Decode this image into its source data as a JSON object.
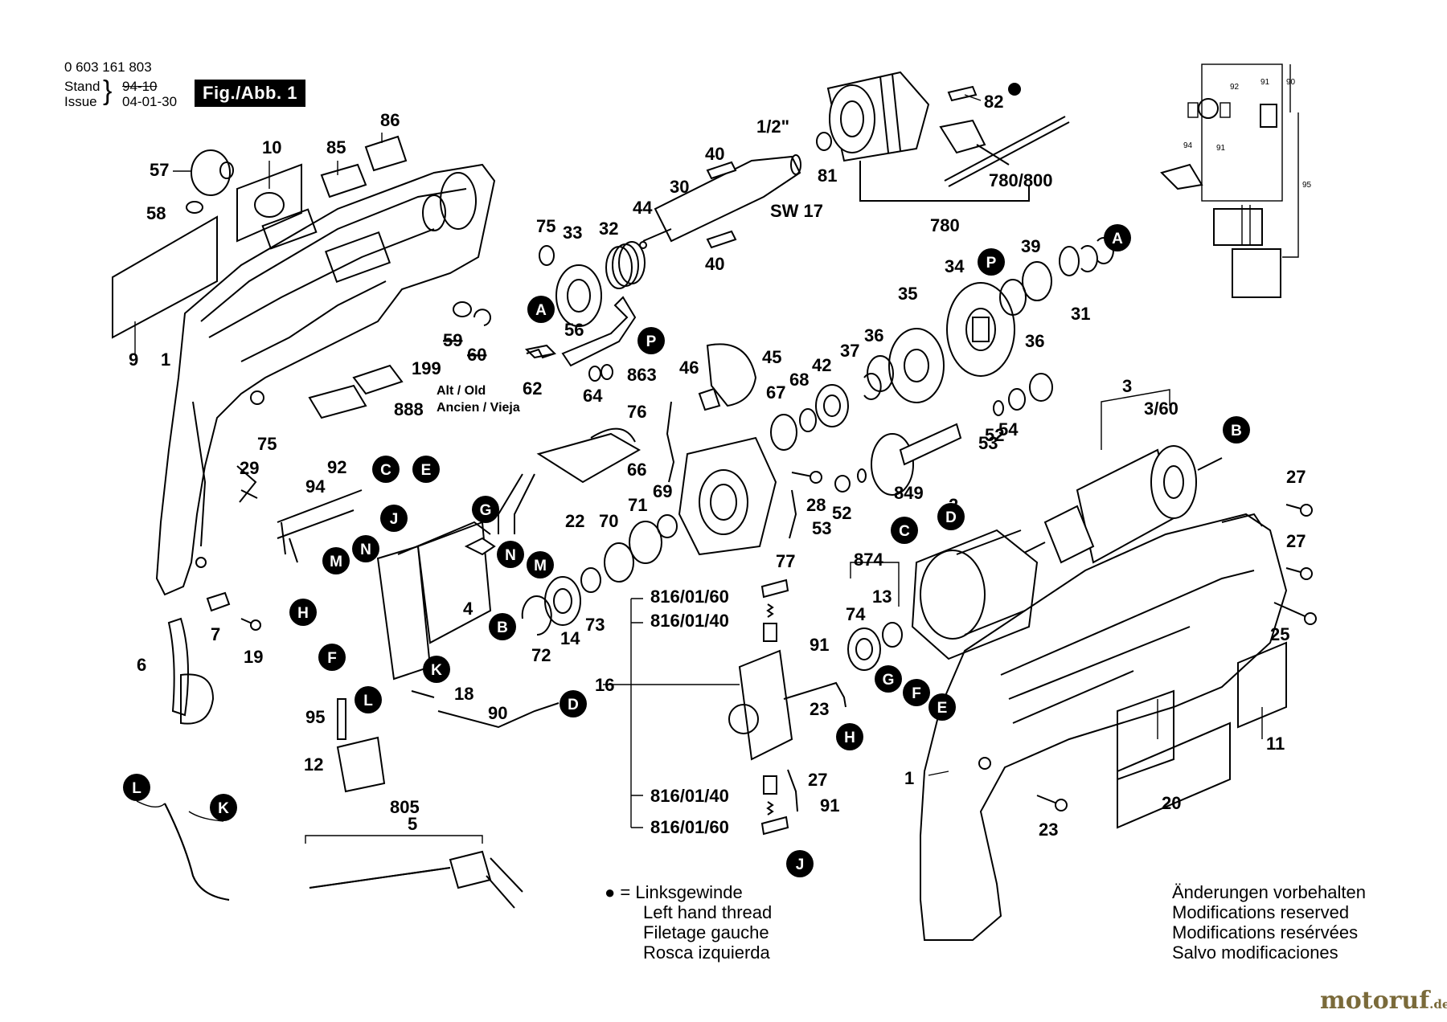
{
  "header": {
    "part_number": "0 603 161 803",
    "stand_label": "Stand",
    "issue_label": "Issue",
    "stand_old": "94-10",
    "issue_date": "04-01-30",
    "fig_label": "Fig./Abb. 1"
  },
  "parts": {
    "p1": "1",
    "p1b": "1",
    "p2": "2",
    "p3": "3",
    "p360": "3/60",
    "p4": "4",
    "p5": "5",
    "p6": "6",
    "p7": "7",
    "p9": "9",
    "p10": "10",
    "p11": "11",
    "p12": "12",
    "p13": "13",
    "p14": "14",
    "p16": "16",
    "p18": "18",
    "p19": "19",
    "p20": "20",
    "p22": "22",
    "p23": "23",
    "p23b": "23",
    "p25": "25",
    "p27": "27",
    "p27b": "27",
    "p27c": "27",
    "p28": "28",
    "p29": "29",
    "p30": "30",
    "p31": "31",
    "p32": "32",
    "p33": "33",
    "p34": "34",
    "p35": "35",
    "p36": "36",
    "p36b": "36",
    "p37": "37",
    "p39": "39",
    "p40": "40",
    "p40b": "40",
    "p42": "42",
    "p44": "44",
    "p45": "45",
    "p46": "46",
    "p52": "52",
    "p52b": "52",
    "p53": "53",
    "p53b": "53",
    "p54": "54",
    "p56": "56",
    "p57": "57",
    "p58": "58",
    "p59": "59",
    "p60": "60",
    "p62": "62",
    "p64": "64",
    "p66": "66",
    "p67": "67",
    "p68": "68",
    "p69": "69",
    "p70": "70",
    "p71": "71",
    "p72": "72",
    "p73": "73",
    "p74": "74",
    "p75": "75",
    "p75b": "75",
    "p76": "76",
    "p77": "77",
    "p81": "81",
    "p82": "82",
    "p85": "85",
    "p86": "86",
    "p849": "849",
    "p863": "863",
    "p874": "874",
    "p888": "888",
    "p90": "90",
    "p91": "91",
    "p91b": "91",
    "p92": "92",
    "p94": "94",
    "p95": "95",
    "p199": "199",
    "p805": "805",
    "p780": "780",
    "p780800": "780/800",
    "half_inch": "1/2\"",
    "sw17": "SW 17",
    "b8160160a": "816/01/60",
    "b8160140a": "816/01/40",
    "b8160140b": "816/01/40",
    "b8160160b": "816/01/60"
  },
  "alt_note": {
    "line1": "Alt / Old",
    "line2": "Ancien / Vieja"
  },
  "wiring": {
    "w90": "90",
    "w91": "91",
    "w92": "92",
    "w94": "94",
    "w91b": "91",
    "w95": "95"
  },
  "connectors": {
    "A1": "A",
    "A2": "A",
    "B1": "B",
    "B2": "B",
    "C1": "C",
    "C2": "C",
    "D1": "D",
    "D2": "D",
    "E1": "E",
    "E2": "E",
    "F1": "F",
    "F2": "F",
    "G1": "G",
    "G2": "G",
    "H1": "H",
    "H2": "H",
    "J1": "J",
    "J2": "J",
    "K1": "K",
    "K2": "K",
    "L1": "L",
    "L2": "L",
    "M1": "M",
    "M2": "M",
    "N1": "N",
    "N2": "N",
    "P1": "P",
    "P2": "P"
  },
  "legend": {
    "bullet": "●",
    "line1": "= Linksgewinde",
    "line2": "Left hand thread",
    "line3": "Filetage gauche",
    "line4": "Rosca izquierda"
  },
  "modifications": {
    "line1": "Änderungen vorbehalten",
    "line2": "Modifications reserved",
    "line3": "Modifications resérvées",
    "line4": "Salvo modificaciones"
  },
  "brand": {
    "name": "motoruf",
    "tld": ".de"
  }
}
